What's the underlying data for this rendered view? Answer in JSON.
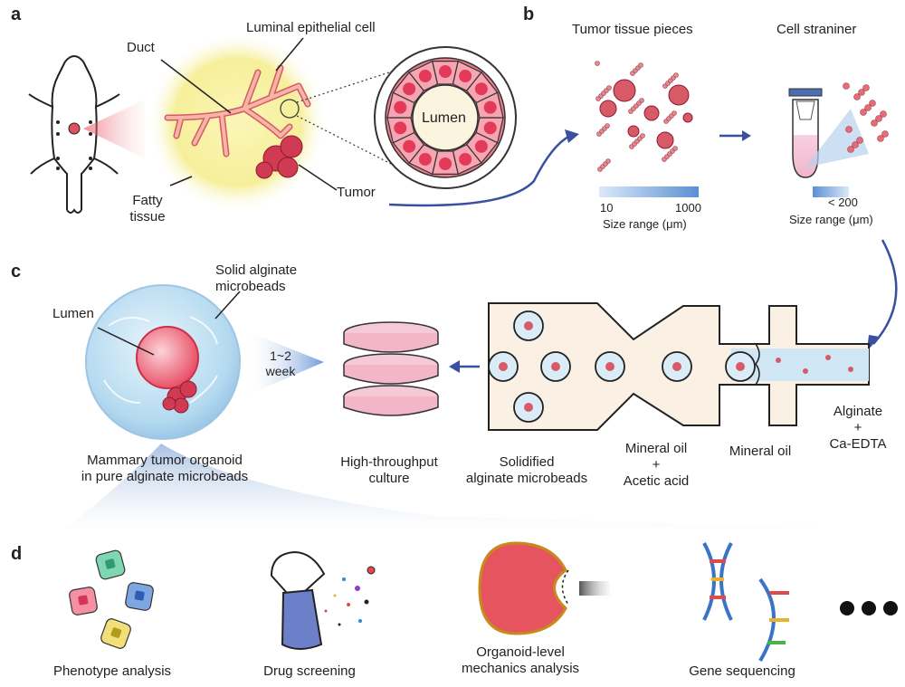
{
  "panels": {
    "a": "a",
    "b": "b",
    "c": "c",
    "d": "d"
  },
  "panel_a": {
    "duct": "Duct",
    "luminal_cell": "Luminal epithelial cell",
    "lumen": "Lumen",
    "fatty_tissue_line1": "Fatty",
    "fatty_tissue_line2": "tissue",
    "tumor": "Tumor"
  },
  "panel_b": {
    "tissue_pieces": "Tumor tissue pieces",
    "cell_strainer": "Cell straniner",
    "range1_min": "10",
    "range1_max": "1000",
    "range_label": "Size range (μm)",
    "range2_value": "< 200",
    "range2_label": "Size range (μm)"
  },
  "panel_c": {
    "solid_beads_line1": "Solid alginate",
    "solid_beads_line2": "microbeads",
    "lumen": "Lumen",
    "duration_line1": "1~2",
    "duration_line2": "week",
    "organoid_line1": "Mammary tumor organoid",
    "organoid_line2": "in pure alginate microbeads",
    "culture_line1": "High-throughput",
    "culture_line2": "culture",
    "solidified_line1": "Solidified",
    "solidified_line2": "alginate microbeads",
    "mineral_acetic_line1": "Mineral oil",
    "mineral_acetic_line2": "+",
    "mineral_acetic_line3": "Acetic acid",
    "mineral_oil": "Mineral oil",
    "alginate_line1": "Alginate",
    "alginate_line2": "+",
    "alginate_line3": "Ca-EDTA"
  },
  "panel_d": {
    "phenotype": "Phenotype analysis",
    "drug": "Drug  screening",
    "mech_line1": "Organoid-level",
    "mech_line2": "mechanics analysis",
    "gene": "Gene sequencing"
  },
  "colors": {
    "tumor_red": "#c8324a",
    "tissue_pink": "#f2a0a8",
    "arrow_blue": "#3a4fa0",
    "glow_yellow": "#f6ef9a",
    "channel_cream": "#fbf0e4",
    "channel_blue": "#cfe6f5"
  }
}
